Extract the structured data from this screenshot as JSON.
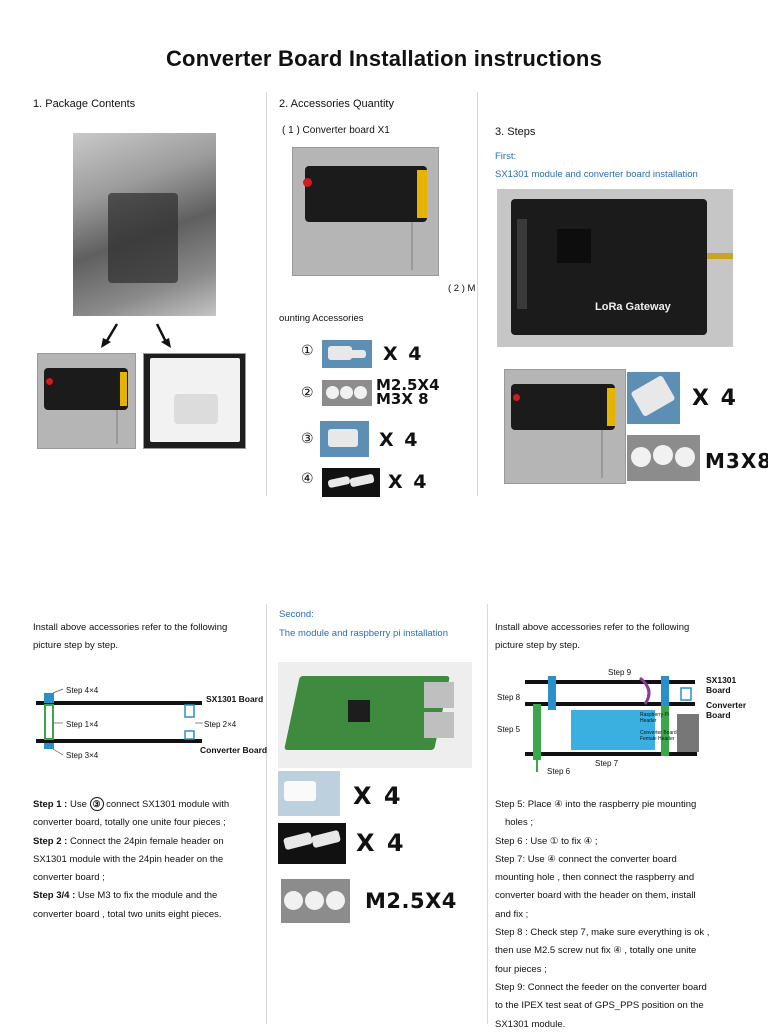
{
  "title": "Converter Board Installation instructions",
  "col1": {
    "heading": "1.  Package Contents"
  },
  "col2": {
    "heading": "2.  Accessories Quantity",
    "sub1": "( 1 ) Converter board X1",
    "sub2_a": "( 2 ) M",
    "sub2_b": "ounting Accessories",
    "items": [
      {
        "num": "①",
        "qty": "X  4"
      },
      {
        "num": "②",
        "qty": "M2.5X4\nM3X 8"
      },
      {
        "num": "③",
        "qty": "X  4"
      },
      {
        "num": "④",
        "qty": "X  4"
      }
    ]
  },
  "col3": {
    "heading": "3.  Steps",
    "first_label": "First:",
    "first_desc": "SX1301 module and converter board installation",
    "board_text": "LoRa  Gateway",
    "qty1": "X  4",
    "qty2": "M3X8"
  },
  "bottom_left": {
    "intro1": "Install above accessories refer to the following",
    "intro2": "picture step by step.",
    "diagram": {
      "sx_label": "SX1301 Board",
      "conv_label": "Converter Board",
      "step44": "Step 4×4",
      "step14": "Step 1×4",
      "step24": "Step 2×4",
      "step34": "Step 3×4"
    },
    "steps": [
      {
        "label": "Step 1 :",
        "pre": " Use ",
        "circle": "③",
        "text": " connect SX1301 module with"
      },
      {
        "cont": "converter board, totally one unite four pieces ;"
      },
      {
        "label": "Step 2 :",
        "text": " Connect the 24pin female header on"
      },
      {
        "cont": "SX1301 module with the 24pin header on the"
      },
      {
        "cont": "converter board ;"
      },
      {
        "label": "Step 3/4 :",
        "text": " Use M3 to fix the module and the"
      },
      {
        "cont": "converter board , total two units eight pieces."
      }
    ]
  },
  "bottom_mid": {
    "second_label": "Second:",
    "second_desc": "The module and raspberry pi installation",
    "qty1": "X  4",
    "qty2": "X  4",
    "qty3": "M2.5X4"
  },
  "bottom_right": {
    "intro1": "Install above accessories refer to the following",
    "intro2": "picture step by step.",
    "diagram": {
      "sx_label": "SX1301\nBoard",
      "conv_label": "Converter\nBoard",
      "step9": "Step 9",
      "step8": "Step 8",
      "step5": "Step 5",
      "step6": "Step 6",
      "step7": "Step 7",
      "rpi_header": "Raspberry Pi\nHeader",
      "conv_header": "Converter Board\nFemale Header"
    },
    "lines": [
      "Step 5: Place ④ into the raspberry pie mounting",
      "holes ;",
      "Step 6 : Use ① to fix ④ ;",
      "Step 7: Use ④ connect the converter board",
      "mounting hole , then connect the raspberry and",
      "converter board  with the header on them, install",
      "and fix ;",
      "Step 8 : Check step 7, make sure everything is ok ,",
      "then use M2.5 screw nut fix ④ , totally one unite",
      "four pieces ;",
      "Step 9: Connect the feeder on the converter board",
      "to the IPEX test seat of GPS_PPS position on the",
      "SX1301 module."
    ]
  }
}
